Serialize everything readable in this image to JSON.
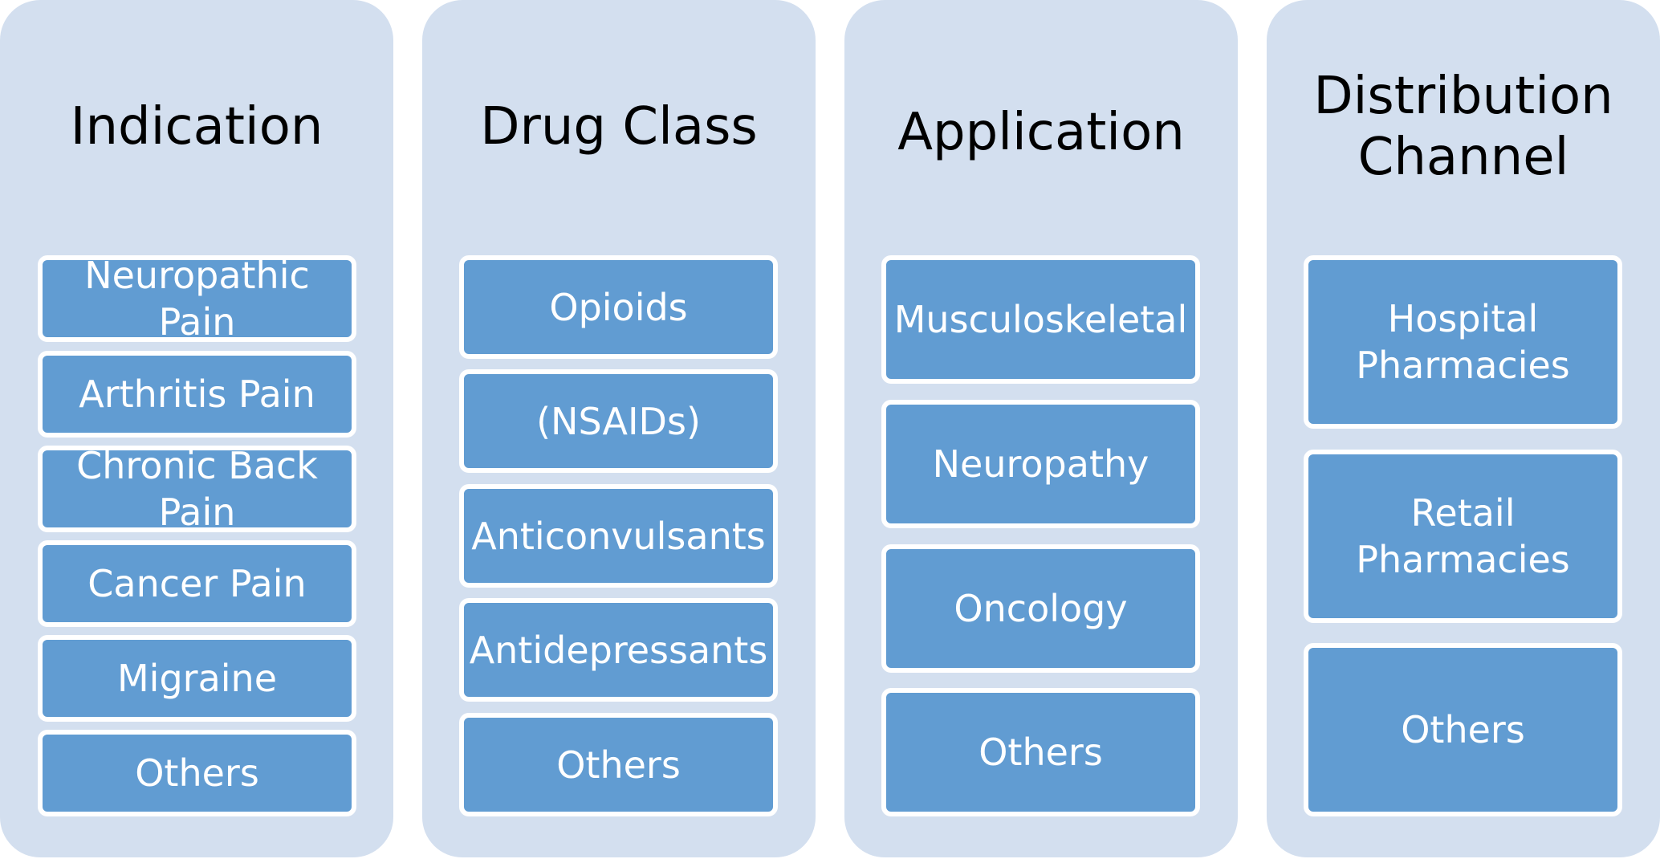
{
  "columns": [
    {
      "title": "Indication",
      "items": [
        "Neuropathic\nPain",
        "Arthritis Pain",
        "Chronic Back\nPain",
        "Cancer Pain",
        "Migraine",
        "Others"
      ]
    },
    {
      "title": "Drug Class",
      "items": [
        "Opioids",
        "(NSAIDs)",
        "Anticonvulsants",
        "Antidepressants",
        "Others"
      ]
    },
    {
      "title": "Application",
      "items": [
        "Musculoskeletal",
        "Neuropathy",
        "Oncology",
        "Others"
      ]
    },
    {
      "title": "Distribution\nChannel",
      "items": [
        "Hospital\nPharmacies",
        "Retail\nPharmacies",
        "Others"
      ]
    }
  ],
  "colors": {
    "column_background": "#d3dfef",
    "item_fill": "#619cd2",
    "item_border": "#ffffff",
    "title_text": "#000000",
    "item_text": "#ffffff"
  }
}
